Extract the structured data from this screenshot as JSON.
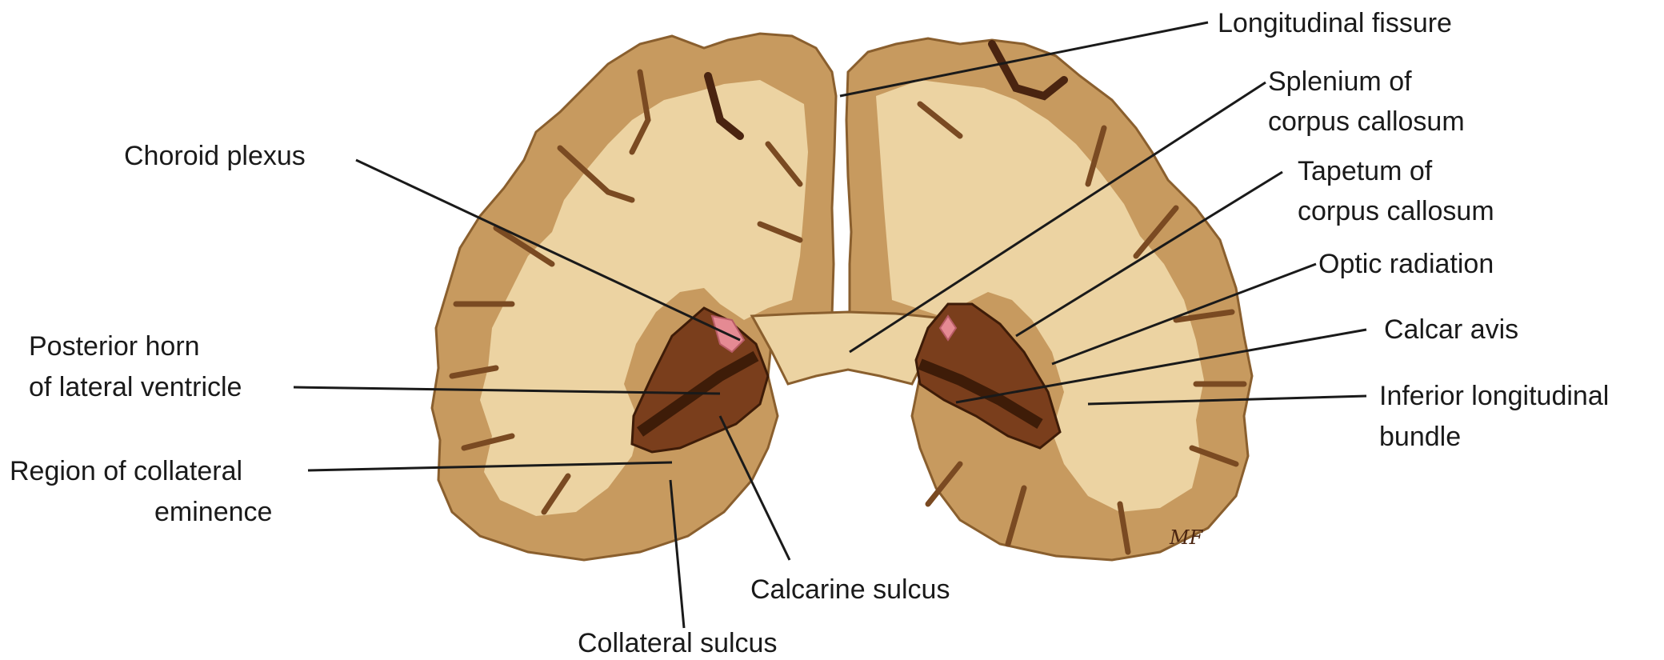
{
  "labels": {
    "longitudinal_fissure": "Longitudinal fissure",
    "splenium_1": "Splenium of",
    "splenium_2": "corpus callosum",
    "choroid_plexus": "Choroid plexus",
    "tapetum_1": "Tapetum of",
    "tapetum_2": "corpus callosum",
    "optic_radiation": "Optic radiation",
    "posterior_horn_1": "Posterior horn",
    "posterior_horn_2": "of lateral ventricle",
    "calcar_avis": "Calcar avis",
    "inferior_long_1": "Inferior longitudinal",
    "inferior_long_2": "bundle",
    "collateral_eminence_1": "Region of collateral",
    "collateral_eminence_2": "eminence",
    "calcarine_sulcus": "Calcarine sulcus",
    "collateral_sulcus": "Collateral sulcus",
    "signature": "MF"
  },
  "colors": {
    "gray_matter": "#c79a5f",
    "white_matter": "#ecd3a2",
    "ventricle": "#5e2e14",
    "choroid_plexus": "#e58a93"
  }
}
